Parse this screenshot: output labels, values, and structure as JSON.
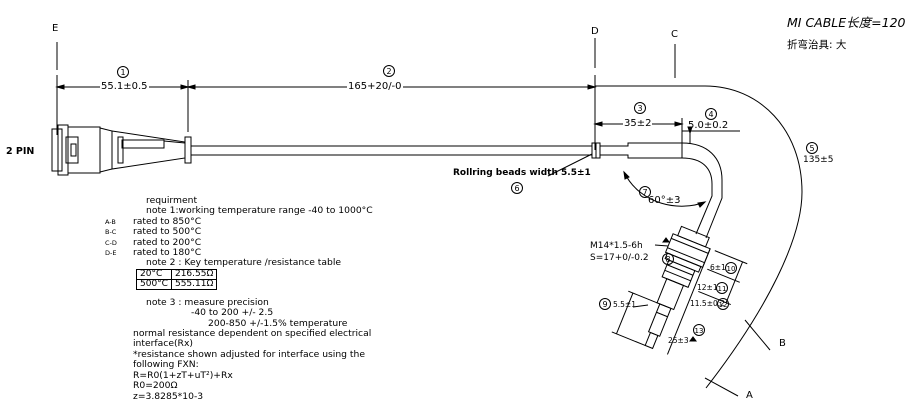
{
  "header": {
    "mi_cable": "MI CABLE长度=120",
    "bend_tool": "折弯治具: 大"
  },
  "section_letters": {
    "e": "E",
    "d": "D",
    "c": "C",
    "b": "B",
    "a": "A"
  },
  "side_label": "2 PIN",
  "callouts": {
    "n1": "1",
    "n2": "2",
    "n3": "3",
    "n4": "4",
    "n5": "5",
    "n6": "6",
    "n7": "7",
    "n8": "8",
    "n9": "9",
    "n10": "10",
    "n11": "11",
    "n12": "12",
    "n13": "13"
  },
  "dimensions": {
    "d1": "55.1±0.5",
    "d2": "165+20/-0",
    "d3": "35±2",
    "d4": "5.0±0.2",
    "d5": "135±5",
    "d6": "Rollring beads width 5.5±1",
    "d7": "60°±3",
    "d8a": "M14*1.5-6h",
    "d8b": "S=17+0/-0.2",
    "d9": "5.5±1",
    "d10": "6±1",
    "d11": "12±1",
    "d12": "11.5±0.2",
    "d13": "25±3"
  },
  "notes": {
    "requirement": "requirment",
    "note1": "note 1:working temperature range -40 to 1000°C",
    "ranges": [
      {
        "code": "A-B",
        "text": "rated to 850°C"
      },
      {
        "code": "B-C",
        "text": "rated to 500°C"
      },
      {
        "code": "C-D",
        "text": "rated to 200°C"
      },
      {
        "code": "D-E",
        "text": "rated to 180°C"
      }
    ],
    "note2": "note 2 : Key temperature /resistance table",
    "table": [
      {
        "temp": "20°C",
        "res": "216.55Ω"
      },
      {
        "temp": "500°C",
        "res": "555.11Ω"
      }
    ],
    "note3": "note 3 : measure precision",
    "prec1": "-40 to 200 +/- 2.5",
    "prec2": "200-850 +/-1.5% temperature",
    "lines": [
      "normal resistance dependent on specified electrical",
      "interface(Rx)",
      "*resistance shown adjusted for interface using the",
      "following FXN:",
      "R=R0(1+zT+uT²)+Rx",
      "R0=200Ω",
      "z=3.8285*10-3"
    ]
  }
}
